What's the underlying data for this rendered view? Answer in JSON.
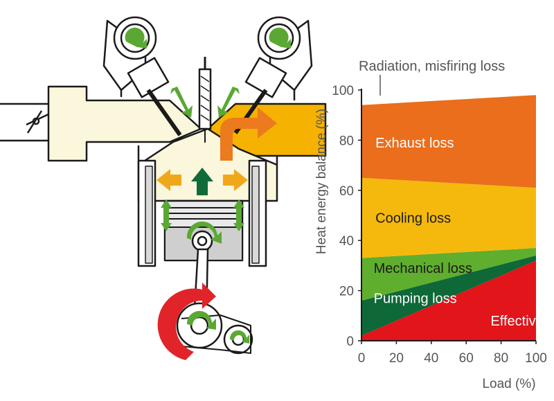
{
  "engine_diagram": {
    "palette": {
      "cream": "#fbf7dc",
      "gray_cylinder": "#c7c7c7",
      "green_arrow": "#5aa833",
      "dark_green_arrow": "#0f6b3a",
      "orange_arrow": "#f0a81b",
      "exhaust_orange": "#ec7a1e",
      "red_arrow": "#e0242a",
      "exhaust_port": "#f6b200"
    }
  },
  "chart_data": {
    "type": "area",
    "ylabel": "Heat energy balance (%)",
    "xlabel": "Load (%)",
    "xlim": [
      0,
      100
    ],
    "ylim": [
      0,
      100
    ],
    "x_ticks": [
      "0",
      "20",
      "40",
      "60",
      "80",
      "100"
    ],
    "y_ticks": [
      "0",
      "20",
      "40",
      "60",
      "80",
      "100"
    ],
    "top_annotation": "Radiation, misfiring loss",
    "x": [
      0,
      100
    ],
    "series": [
      {
        "name": "Effective output",
        "color": "#e1151a",
        "label_color": "#ffffff",
        "upper": [
          2,
          32
        ],
        "label_at": [
          74,
          8
        ]
      },
      {
        "name": "Pumping loss",
        "color": "#0e6837",
        "label_color": "#ffffff",
        "upper": [
          16,
          34
        ],
        "label_at": [
          7,
          17
        ]
      },
      {
        "name": "Mechanical loss",
        "color": "#5fae2e",
        "label_color": "#1a1a1a",
        "upper": [
          33,
          37
        ],
        "label_at": [
          7,
          29
        ]
      },
      {
        "name": "Cooling loss",
        "color": "#f5b90d",
        "label_color": "#1a1a1a",
        "upper": [
          65,
          61
        ],
        "label_at": [
          8,
          49
        ]
      },
      {
        "name": "Exhaust loss",
        "color": "#ea6e1c",
        "label_color": "#ffffff",
        "upper": [
          94,
          98
        ],
        "label_at": [
          8,
          79
        ]
      }
    ]
  }
}
